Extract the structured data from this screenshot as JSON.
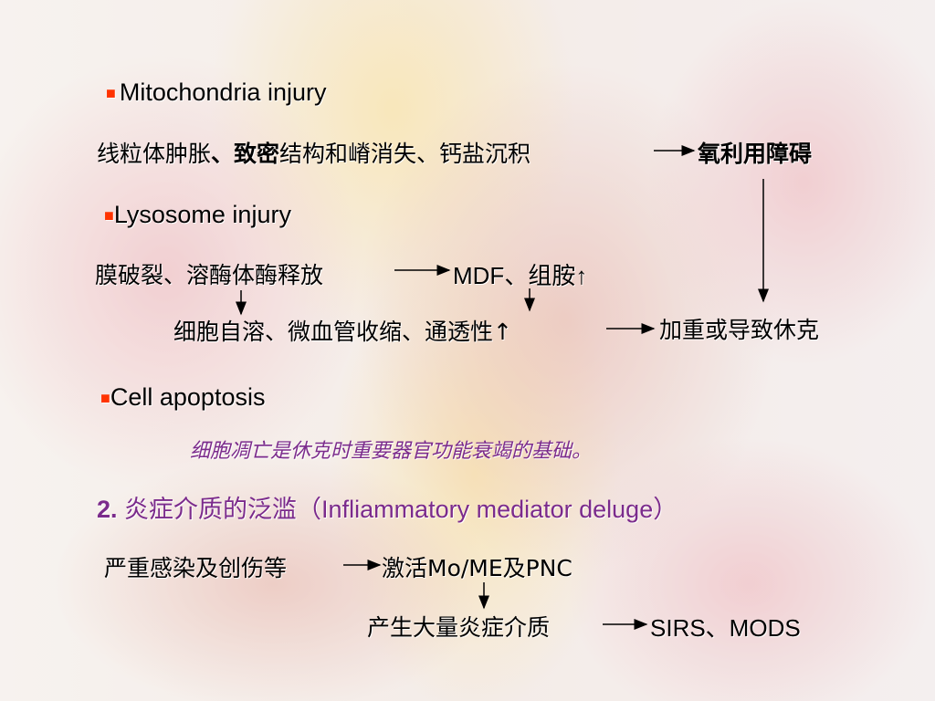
{
  "sections": {
    "mito": {
      "bullet": "■",
      "heading": "Mitochondria injury",
      "line_pre": "线粒体肿胀",
      "line_bold": "、致密",
      "line_post": "结构和嵴消失、钙盐沉积",
      "result": "氧利用障碍"
    },
    "lyso": {
      "bullet": "■",
      "heading": "Lysosome injury",
      "line": "膜破裂、溶酶体酶释放",
      "result": "MDF、组胺↑",
      "sub": "细胞自溶、微血管收缩、通透性↑",
      "outcome": "加重或导致休克"
    },
    "apop": {
      "bullet": "■",
      "heading": "Cell apoptosis",
      "note": "细胞凋亡是休克时重要器官功能衰竭的基础。"
    },
    "inflam": {
      "number": "2.",
      "heading": "炎症介质的泛滥（Infliammatory mediator deluge）",
      "cause": "严重感染及创伤等",
      "activate": "激活Mo/ME及PNC",
      "produce": "产生大量炎症介质",
      "outcome": "SIRS、MODS"
    }
  },
  "colors": {
    "bullet": "#ff3300",
    "accent_purple": "#7b2b8c",
    "text": "#000000"
  }
}
